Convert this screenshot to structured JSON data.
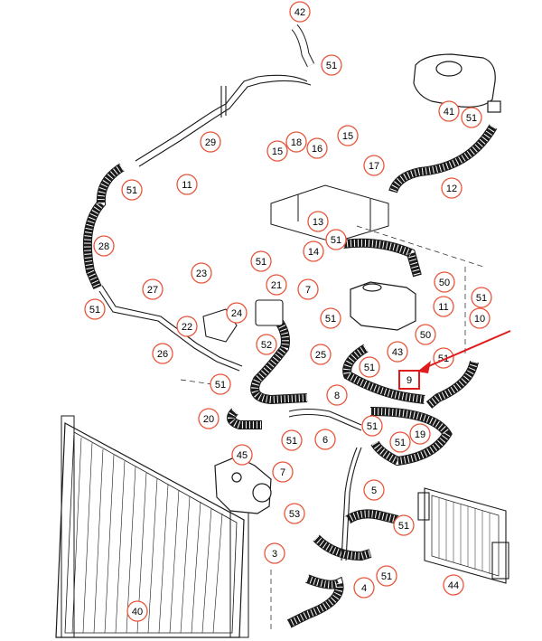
{
  "diagram": {
    "callouts": [
      "42",
      "51",
      "41",
      "51",
      "29",
      "15",
      "18",
      "16",
      "15",
      "17",
      "11",
      "51",
      "12",
      "13",
      "28",
      "14",
      "51",
      "27",
      "23",
      "51",
      "21",
      "7",
      "50",
      "51",
      "51",
      "22",
      "24",
      "52",
      "10",
      "51",
      "26",
      "25",
      "43",
      "50",
      "51",
      "11",
      "51",
      "51",
      "8",
      "20",
      "51",
      "51",
      "19",
      "6",
      "51",
      "45",
      "7",
      "53",
      "5",
      "51",
      "3",
      "51",
      "4",
      "44",
      "40"
    ],
    "highlight_label": "9",
    "colors": {
      "callout_circle": "#e8553a",
      "highlight": "#e01b1b",
      "arrow": "#e01b1b",
      "line_art": "#1a1a1a",
      "hose_fill": "#ffffff"
    }
  }
}
